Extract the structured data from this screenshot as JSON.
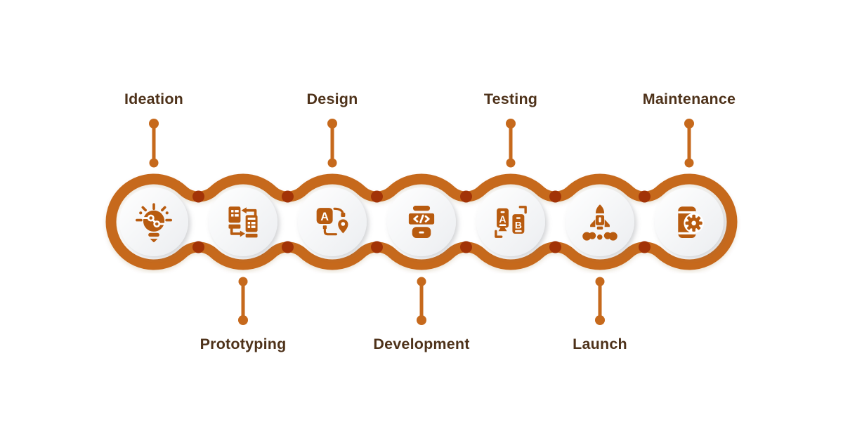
{
  "diagram": {
    "type": "process-chain",
    "stage_count": 7
  },
  "stages": [
    {
      "label": "Ideation",
      "position": "top",
      "icon": "idea-bulb-circuit-icon"
    },
    {
      "label": "Prototyping",
      "position": "bottom",
      "icon": "prototype-screens-icon"
    },
    {
      "label": "Design",
      "position": "top",
      "icon": "design-pen-tool-icon"
    },
    {
      "label": "Development",
      "position": "bottom",
      "icon": "phone-code-icon"
    },
    {
      "label": "Testing",
      "position": "top",
      "icon": "ab-testing-phones-icon"
    },
    {
      "label": "Launch",
      "position": "bottom",
      "icon": "rocket-launch-icon"
    },
    {
      "label": "Maintenance",
      "position": "top",
      "icon": "phone-gear-icon"
    }
  ],
  "colors": {
    "chain_band": "#C6691C",
    "junction_dot": "#A23307",
    "connector": "#C6691C",
    "icon": "#B85B0F",
    "label_text": "#4E321A",
    "circle_fill_start": "#FFFFFF",
    "circle_fill_end": "#EDEFF1",
    "background": "#FFFFFF"
  }
}
